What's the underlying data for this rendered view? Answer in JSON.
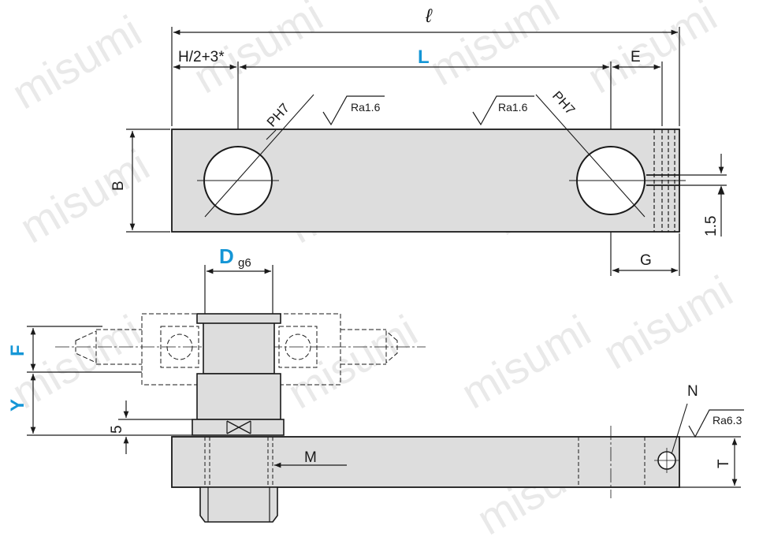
{
  "watermark": "misumi",
  "colors": {
    "part_fill": "#dddddd",
    "line": "#1a1a1a",
    "accent": "#1596d6"
  },
  "labels": {
    "overall_length": "ℓ",
    "pitch_L": "L",
    "left_offset": "H/2+3*",
    "end_E": "E",
    "height_B": "B",
    "slot_G": "G",
    "slot_width": "1.5",
    "hole_left": "PH7",
    "hole_right": "PH7",
    "rough_left": "Ra1.6",
    "rough_right": "Ra1.6",
    "shaft_D": "D",
    "shaft_tol": "g6",
    "dim_F": "F",
    "dim_Y": "Y",
    "dim_5": "5",
    "thread_M": "M",
    "hole_N": "N",
    "rough_N": "Ra6.3",
    "thick_T": "T"
  }
}
